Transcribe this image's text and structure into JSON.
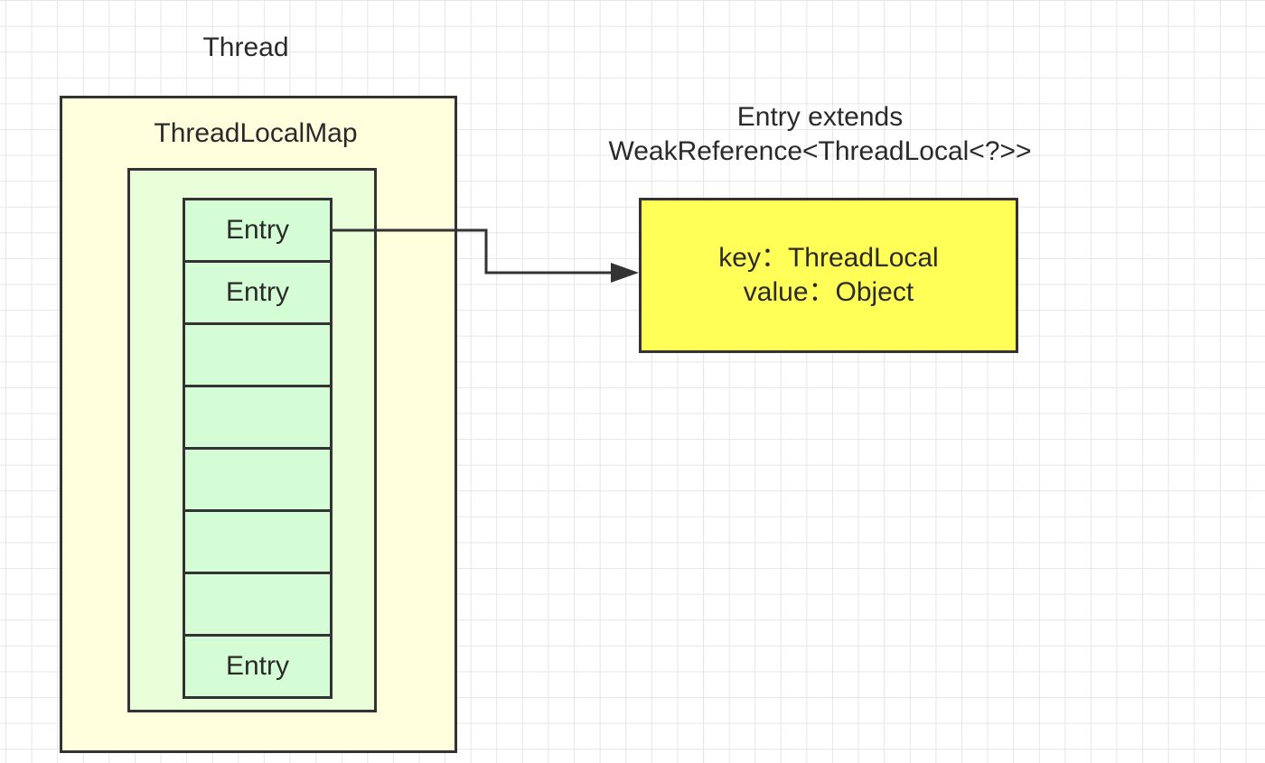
{
  "thread": {
    "title": "Thread"
  },
  "thread_local_map": {
    "title": "ThreadLocalMap",
    "slots": [
      "Entry",
      "Entry",
      "",
      "",
      "",
      "",
      "",
      "Entry"
    ]
  },
  "entry_class": {
    "caption_line1": "Entry extends",
    "caption_line2": "WeakReference<ThreadLocal<?>>",
    "key_line": "key：ThreadLocal",
    "value_line": "value：Object"
  },
  "colors": {
    "thread_fill": "#ffffdd",
    "map_fill": "#e9ffd9",
    "slot_fill": "#d5fdd5",
    "entry_fill": "#ffff57",
    "stroke": "#333333",
    "grid": "#e6e6e6"
  }
}
